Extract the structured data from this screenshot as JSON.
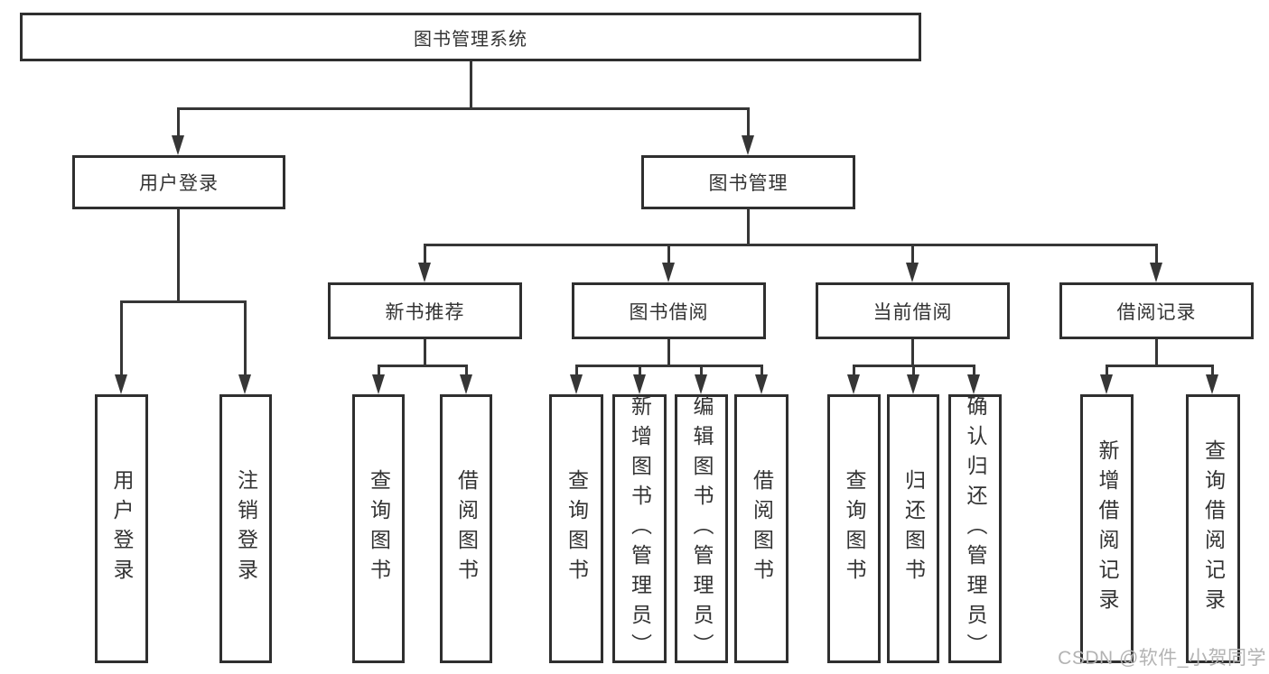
{
  "nodes": {
    "root": "图书管理系统",
    "user_login": "用户登录",
    "book_management": "图书管理",
    "new_book_recommend": "新书推荐",
    "book_borrowing": "图书借阅",
    "current_borrowing": "当前借阅",
    "borrowing_records": "借阅记录",
    "user_login_leaf": "用户登录",
    "logout_leaf": "注销登录",
    "recommend_query_books": "查询图书",
    "recommend_borrow_books": "借阅图书",
    "borrowing_query_books": "查询图书",
    "borrowing_add_books": "新增图书（管理员）",
    "borrowing_edit_books": "编辑图书（管理员）",
    "borrowing_borrow_books": "借阅图书",
    "current_query_books": "查询图书",
    "current_return_books": "归还图书",
    "current_confirm_return": "确认归还（管理员）",
    "records_add_record": "新增借阅记录",
    "records_query_record": "查询借阅记录"
  },
  "watermark": "CSDN @软件_小贺同学",
  "colors": {
    "line": "#363636",
    "border": "#2f2f2f",
    "text": "#333333",
    "background": "#ffffff",
    "watermark_text": "#b3b3b3"
  }
}
